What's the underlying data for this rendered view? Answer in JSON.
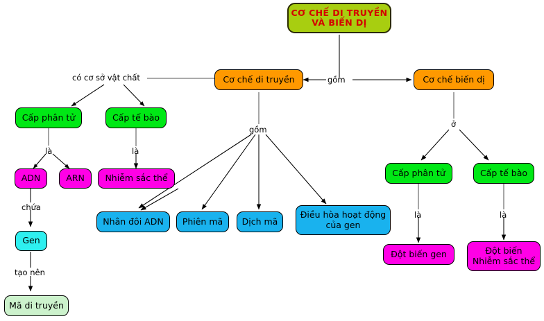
{
  "diagram": {
    "title": "CƠ CHẾ DI TRUYỀN VÀ BIẾN DỊ",
    "type": "concept-map",
    "colors": {
      "title_fill": "#a8ce10",
      "title_text": "#d40000",
      "orange": "#ff9900",
      "green": "#00e815",
      "magenta": "#ff00e6",
      "cyan": "#19b2ee",
      "gen_cyan": "#2ef0f0",
      "light_green": "#ccf2cc",
      "edge": "#000000"
    },
    "nodes": {
      "root": {
        "label": "CƠ CHẾ DI TRUYỀN\nVÀ BIẾN DỊ",
        "line1": "CƠ CHẾ DI TRUYỀN",
        "line2": "VÀ BIẾN DỊ"
      },
      "di_truyen": {
        "label": "Cơ chế di truyền"
      },
      "bien_di": {
        "label": "Cơ chế biến dị"
      },
      "dt_cap_phan_tu": {
        "label": "Cấp phân tử"
      },
      "dt_cap_te_bao": {
        "label": "Cấp tế bào"
      },
      "adn": {
        "label": "ADN"
      },
      "arn": {
        "label": "ARN"
      },
      "nhiem_sac_the": {
        "label": "Nhiễm sắc thể"
      },
      "gen": {
        "label": "Gen"
      },
      "ma_di_truyen": {
        "label": "Mã di truyền"
      },
      "nhan_doi_adn": {
        "label": "Nhân đôi ADN"
      },
      "phien_ma": {
        "label": "Phiên mã"
      },
      "dich_ma": {
        "label": "Dịch mã"
      },
      "dieu_hoa": {
        "label": "Điều hòa hoạt động\ncủa gen",
        "line1": "Điều hòa hoạt động",
        "line2": "của gen"
      },
      "bd_cap_phan_tu": {
        "label": "Cấp phân tử"
      },
      "bd_cap_te_bao": {
        "label": "Cấp tế bào"
      },
      "dot_bien_gen": {
        "label": "Đột biến gen"
      },
      "dot_bien_nst": {
        "label": "Đột biến\nNhiễm sắc thể",
        "line1": "Đột biến",
        "line2": "Nhiễm sắc thể"
      }
    },
    "edge_labels": {
      "gom_root": "gồm",
      "co_co_so_vat_chat": "có cơ sở vật chất",
      "la_phan_tu": "là",
      "la_te_bao": "là",
      "chua": "chứa",
      "tao_nen": "tạo nên",
      "gom_di_truyen": "gồm",
      "o_bien_di": "ở",
      "la_bd_phan_tu": "là",
      "la_bd_te_bao": "là"
    }
  }
}
